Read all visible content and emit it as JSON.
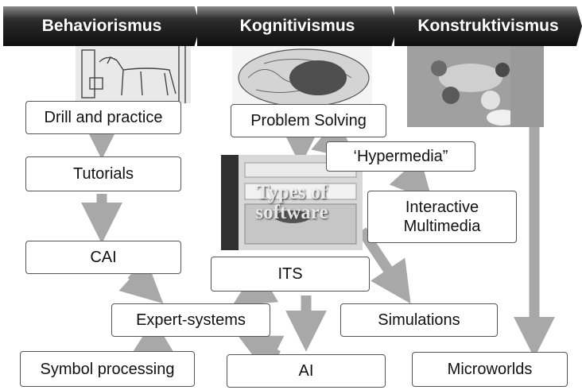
{
  "headers": [
    "Behaviorismus",
    "Kognitivismus",
    "Konstruktivismus"
  ],
  "image_overlay": [
    "Types of",
    "software"
  ],
  "nodes": {
    "drill": "Drill and practice",
    "tutorials": "Tutorials",
    "cai": "CAI",
    "expert": "Expert-systems",
    "symbol": "Symbol processing",
    "problem": "Problem Solving",
    "hypermedia": "‘Hypermedia”",
    "interactive": [
      "Interactive",
      "Multimedia"
    ],
    "its": "ITS",
    "simulations": "Simulations",
    "ai": "AI",
    "microworlds": "Microworlds"
  },
  "colors": {
    "header": "#1a1a1a",
    "arrow": "#a8a8a8",
    "border": "#555555"
  },
  "icons": [
    "dog-experiment-photo",
    "brain-illustration-photo",
    "computer-drive-photo",
    "group-learning-photo"
  ]
}
